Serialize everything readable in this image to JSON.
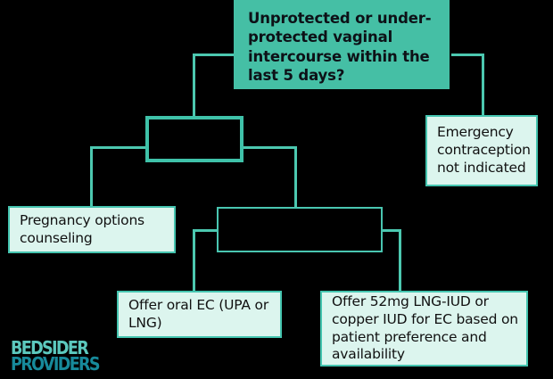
{
  "diagram": {
    "title": "Emergency contraception decision flowchart",
    "background_color": "#000000",
    "accent_color": "#45bfa5",
    "connector_color": "#4cc8b0",
    "leaf_fill_color": "#dcf5ee",
    "leaf_border_color": "#44c4af"
  },
  "nodes": {
    "root_question": "Unprotected or under-protected vaginal intercourse within the last 5 days?",
    "not_indicated": "Emergency contraception not indicated",
    "decision_two": "",
    "decision_three": "",
    "pregnancy_options": "Pregnancy options counseling",
    "oral_ec": "Offer oral EC (UPA or LNG)",
    "iud_ec": "Offer 52mg LNG-IUD or copper IUD for EC based on patient preference and availability"
  },
  "logo": {
    "line1": "BEDSIDER",
    "line2": "PROVIDERS",
    "line1_color": "#5cc9be",
    "line2_color": "#178a9b"
  }
}
